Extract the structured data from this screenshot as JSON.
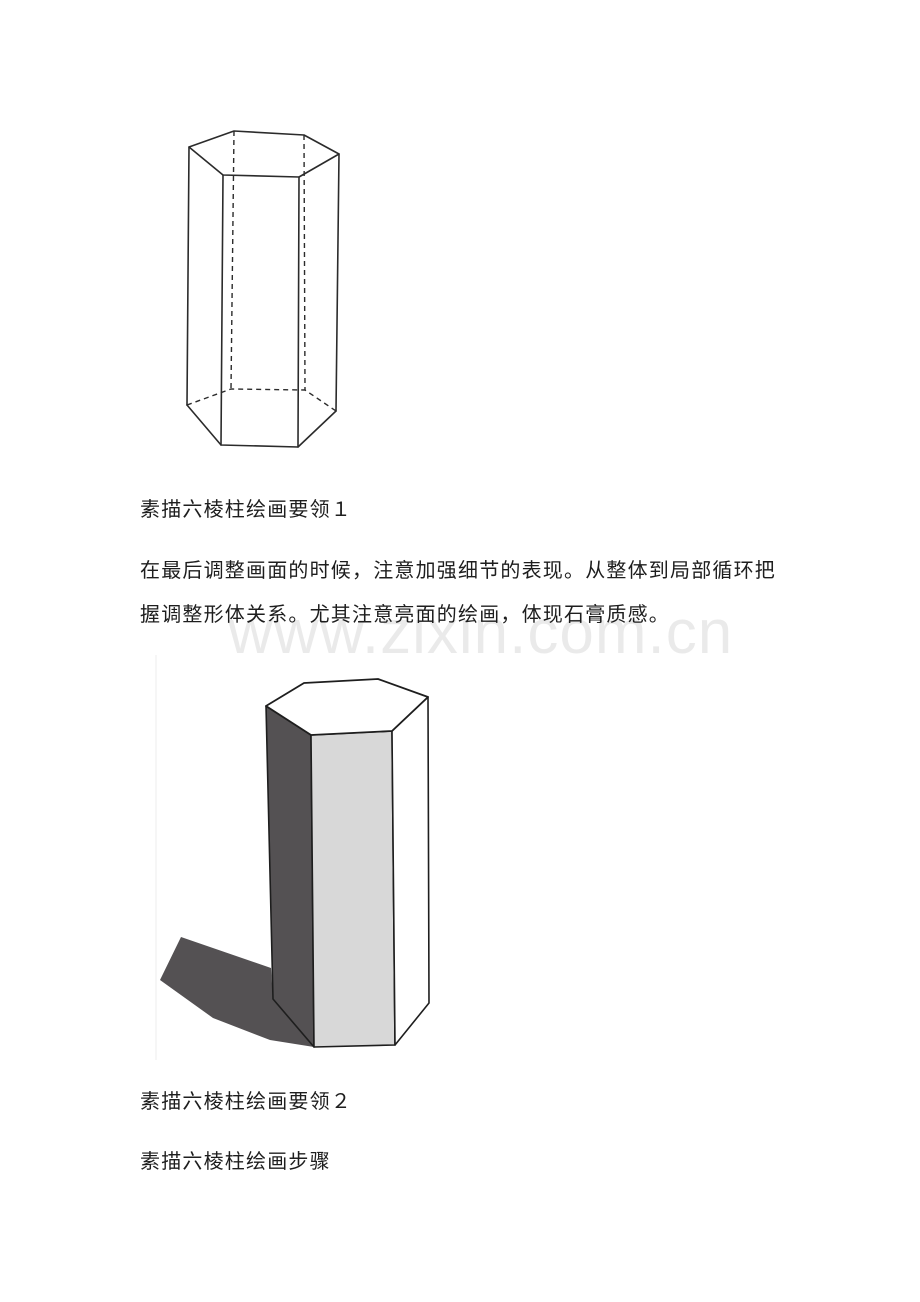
{
  "document": {
    "figures": [
      {
        "id": "figure-1",
        "description": "wireframe-hexagonal-prism",
        "stroke_color": "#2b2b2b",
        "hidden_edge_style": "dashed"
      },
      {
        "id": "figure-2",
        "description": "shaded-hexagonal-prism",
        "colors": {
          "top_face": "#ffffff",
          "dark_face": "#545153",
          "light_face": "#d8d8d8",
          "right_face": "#ffffff",
          "shadow": "#545153",
          "edge": "#1e1e1e"
        }
      }
    ],
    "caption_1": "素描六棱柱绘画要领１",
    "paragraph": {
      "line_1": "在最后调整画面的时候，注意加强细节的表现。从整体到局部循环把",
      "line_2": "握调整形体关系。尤其注意亮面的绘画，体现石膏质感。"
    },
    "caption_2": "素描六棱柱绘画要领２",
    "caption_3": "素描六棱柱绘画步骤"
  },
  "watermark": {
    "text": "www.zixin.com.cn"
  }
}
